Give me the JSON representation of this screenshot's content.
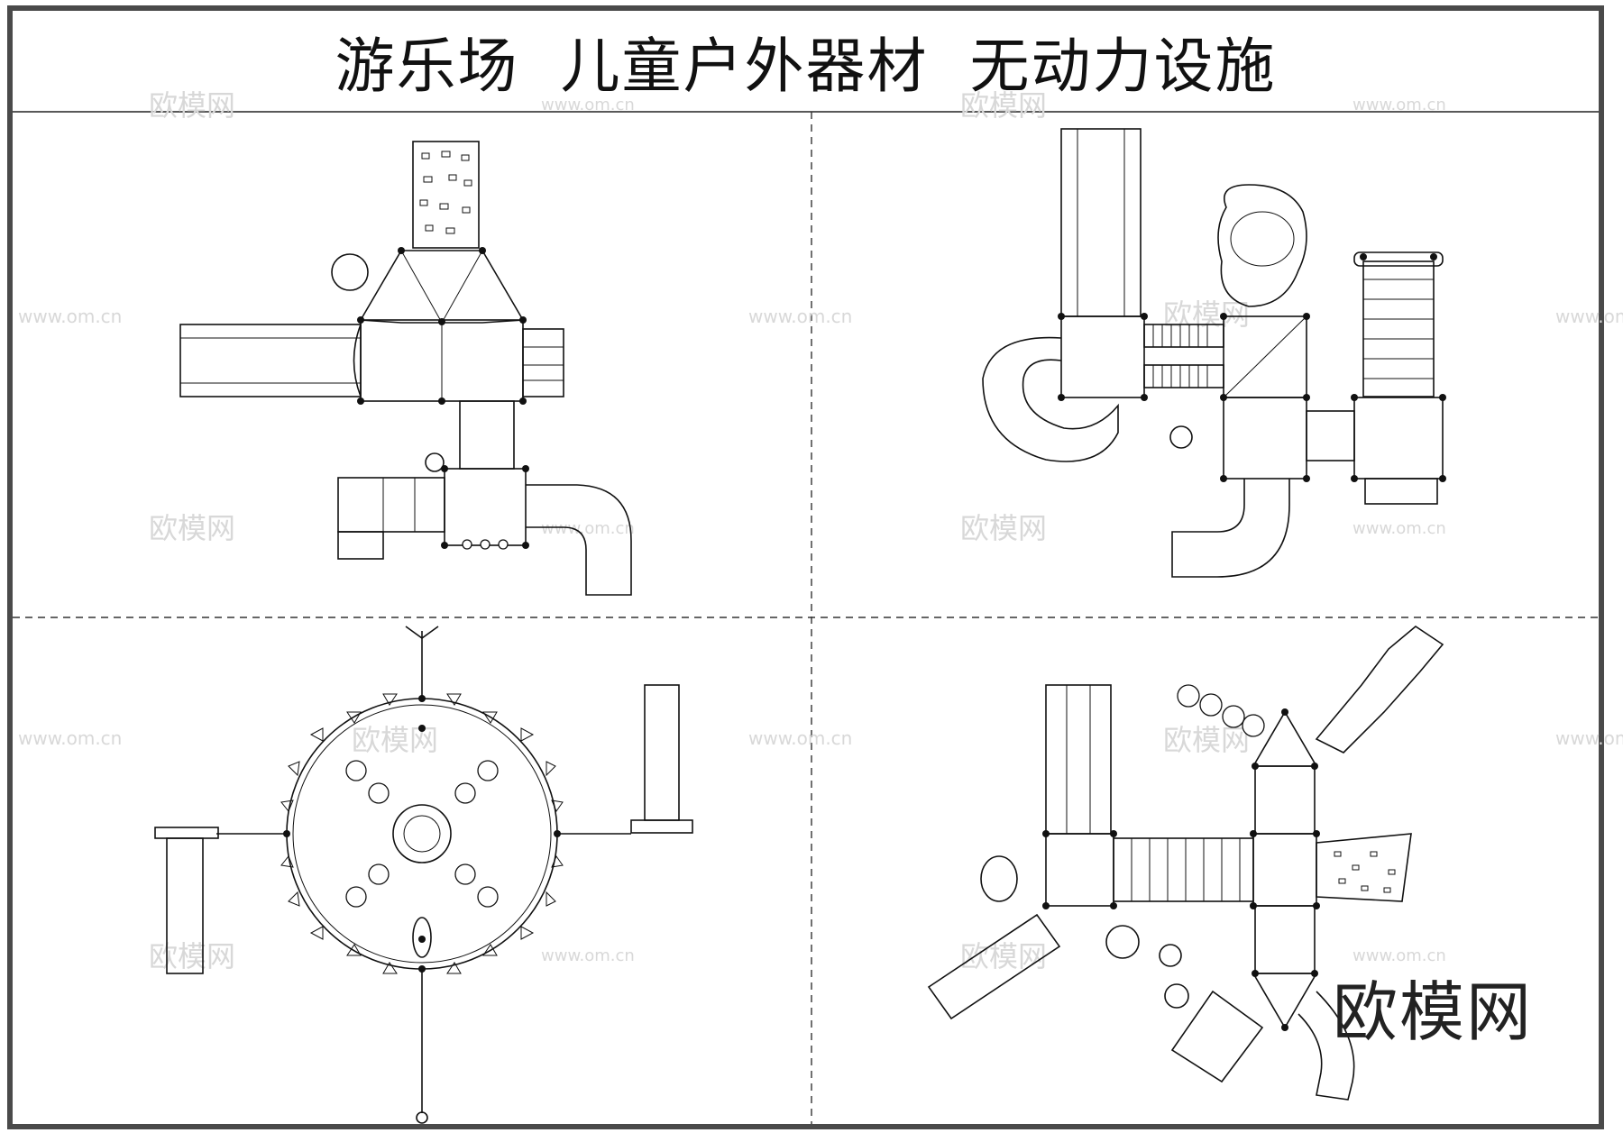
{
  "title": "游乐场  儿童户外器材  无动力设施",
  "watermark": {
    "brand_cn": "欧模网",
    "domain": "www.om.cn"
  },
  "logo_text": "欧模网",
  "colors": {
    "line": "#111111",
    "frame": "#4a4a4a",
    "watermark": "#d8d8d8"
  }
}
